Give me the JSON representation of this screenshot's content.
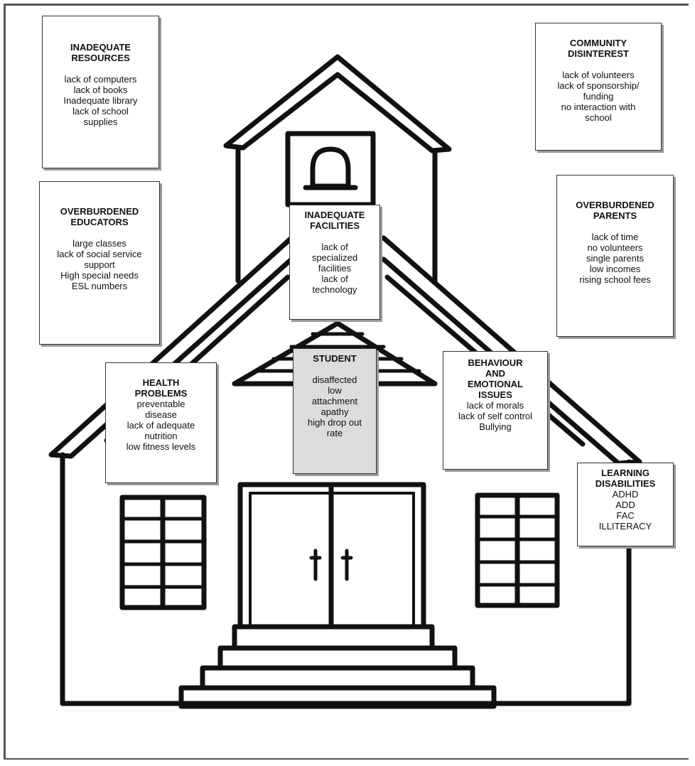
{
  "boxes": {
    "resources": {
      "title": [
        "INADEQUATE",
        "RESOURCES"
      ],
      "items": [
        "lack of computers",
        "lack of books",
        "Inadequate library",
        "lack of school",
        "supplies"
      ]
    },
    "community": {
      "title": [
        "COMMUNITY",
        "DISINTEREST"
      ],
      "items": [
        "lack of volunteers",
        "lack of sponsorship/",
        "funding",
        "no interaction with",
        "school"
      ]
    },
    "educators": {
      "title": [
        "OVERBURDENED",
        "EDUCATORS"
      ],
      "items": [
        "large classes",
        "lack of social service",
        "support",
        "High special needs",
        "ESL numbers"
      ]
    },
    "facilities": {
      "title": [
        "INADEQUATE",
        "FACILITIES"
      ],
      "items": [
        "lack of",
        "specialized",
        "facilities",
        "lack of",
        "technology"
      ]
    },
    "parents": {
      "title": [
        "OVERBURDENED",
        "PARENTS"
      ],
      "items": [
        "lack of time",
        "no volunteers",
        "single parents",
        "low incomes",
        "rising school fees"
      ]
    },
    "health": {
      "title": [
        "HEALTH",
        "PROBLEMS"
      ],
      "items": [
        "preventable",
        "disease",
        "lack of adequate",
        "nutrition",
        "low fitness levels"
      ]
    },
    "student": {
      "title": [
        "STUDENT"
      ],
      "items": [
        "disaffected",
        "low",
        "attachment",
        "apathy",
        "high drop out",
        "rate"
      ]
    },
    "behaviour": {
      "title": [
        "BEHAVIOUR",
        "AND",
        "EMOTIONAL",
        "ISSUES"
      ],
      "items": [
        "lack of morals",
        "lack of self control",
        "Bullying"
      ]
    },
    "learning": {
      "title": [
        "LEARNING",
        "DISABILITIES"
      ],
      "items": [
        "ADHD",
        "ADD",
        "FAC",
        "ILLITERACY"
      ]
    }
  }
}
